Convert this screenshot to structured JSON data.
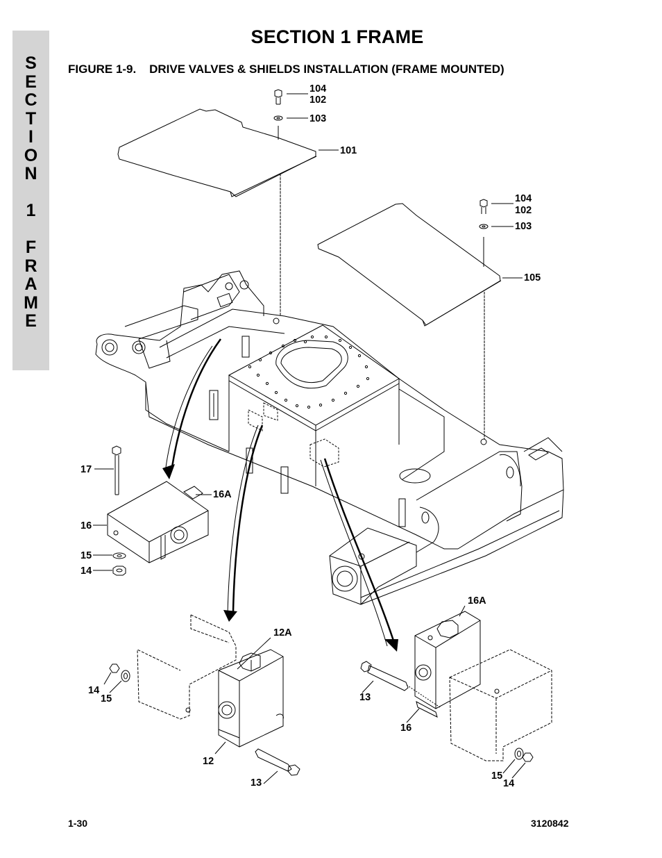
{
  "side_tab": {
    "letters": [
      "S",
      "E",
      "C",
      "T",
      "I",
      "O",
      "N",
      "",
      "1",
      "",
      "F",
      "R",
      "A",
      "M",
      "E"
    ]
  },
  "header": {
    "section_title": "SECTION 1  FRAME"
  },
  "figure": {
    "title": "FIGURE 1-9.    DRIVE VALVES & SHIELDS INSTALLATION (FRAME MOUNTED)",
    "callouts": {
      "c104a": "104",
      "c102a": "102",
      "c103a": "103",
      "c101": "101",
      "c104b": "104",
      "c102b": "102",
      "c103b": "103",
      "c105": "105",
      "c17": "17",
      "c16a_top": "16A",
      "c16": "16",
      "c15a": "15",
      "c14a": "14",
      "c16a_right": "16A",
      "c12a": "12A",
      "c14b": "14",
      "c15b": "15",
      "c12": "12",
      "c13a": "13",
      "c13b": "13",
      "c16b": "16",
      "c15c": "15",
      "c14c": "14"
    }
  },
  "footer": {
    "page_number": "1-30",
    "document_number": "3120842"
  }
}
